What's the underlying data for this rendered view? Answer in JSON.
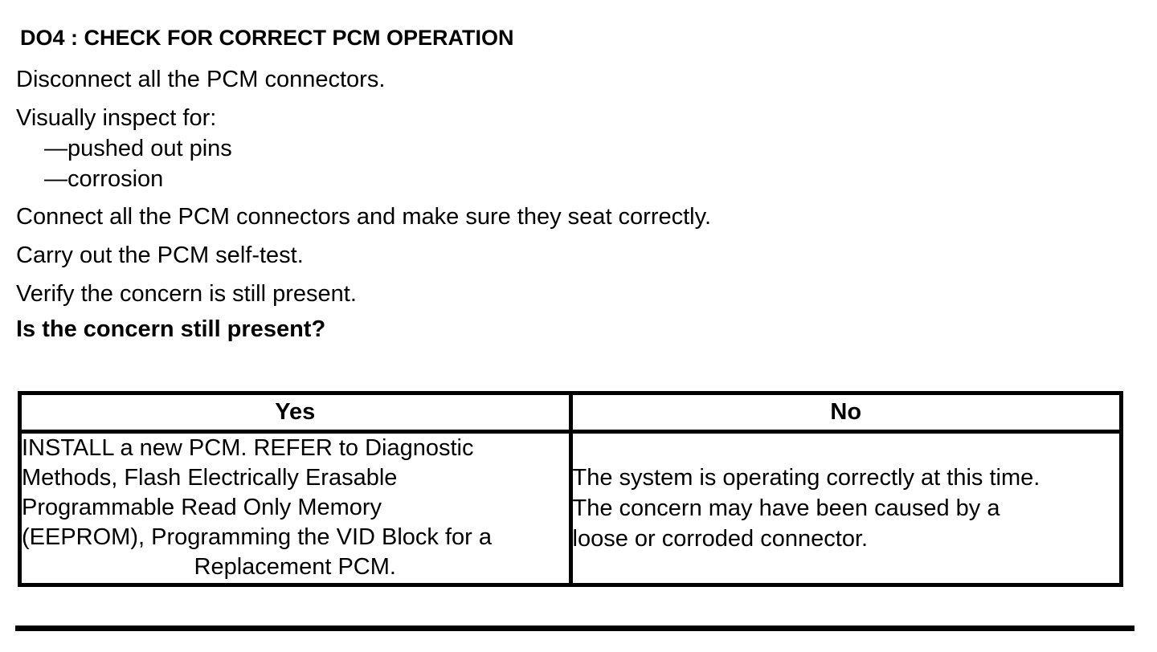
{
  "procedure": {
    "title": "DO4 : CHECK FOR CORRECT PCM OPERATION",
    "steps": {
      "disconnect": "Disconnect all the PCM connectors.",
      "inspect_intro": "Visually inspect for:",
      "inspect_items": [
        "—pushed out pins",
        "—corrosion"
      ],
      "connect": "Connect all the PCM connectors and make sure they seat correctly.",
      "self_test": "Carry out the PCM self-test.",
      "verify": "Verify the concern is still present.",
      "question": "Is the concern still present?"
    },
    "decision_table": {
      "yes_header": "Yes",
      "no_header": "No",
      "yes_lines": [
        "INSTALL a new PCM. REFER to Diagnostic",
        "Methods, Flash Electrically Erasable",
        "Programmable Read Only Memory",
        "(EEPROM), Programming the VID Block for a",
        "Replacement PCM."
      ],
      "no_lines": [
        "The system is operating correctly at this time.",
        "The concern may have been caused by a",
        "loose or corroded connector."
      ]
    },
    "colors": {
      "text": "#000000",
      "background": "#ffffff",
      "border": "#000000"
    }
  }
}
